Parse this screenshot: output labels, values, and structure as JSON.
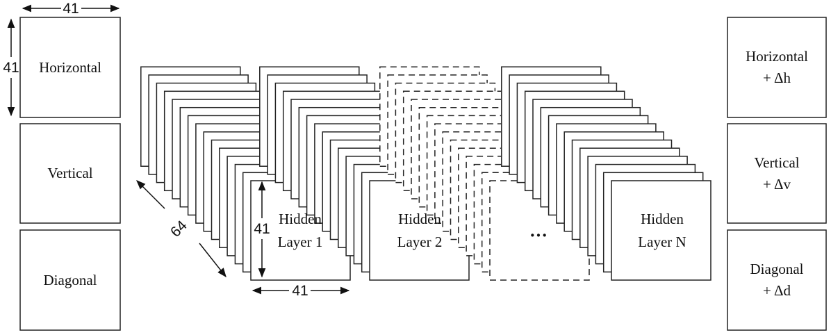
{
  "inputs": {
    "horizontal": "Horizontal",
    "vertical": "Vertical",
    "diagonal": "Diagonal",
    "width_dim": "41",
    "height_dim": "41"
  },
  "outputs": {
    "horizontal": [
      "Horizontal",
      "+ Δh"
    ],
    "vertical": [
      "Vertical",
      "+ Δv"
    ],
    "diagonal": [
      "Diagonal",
      "+ Δd"
    ]
  },
  "layers": {
    "hidden1": [
      "Hidden",
      "Layer 1"
    ],
    "hidden2": [
      "Hidden",
      "Layer 2"
    ],
    "ellipsis": "···",
    "hiddenN": [
      "Hidden",
      "Layer N"
    ],
    "depth_dim": "64",
    "height_dim": "41",
    "width_dim": "41"
  }
}
